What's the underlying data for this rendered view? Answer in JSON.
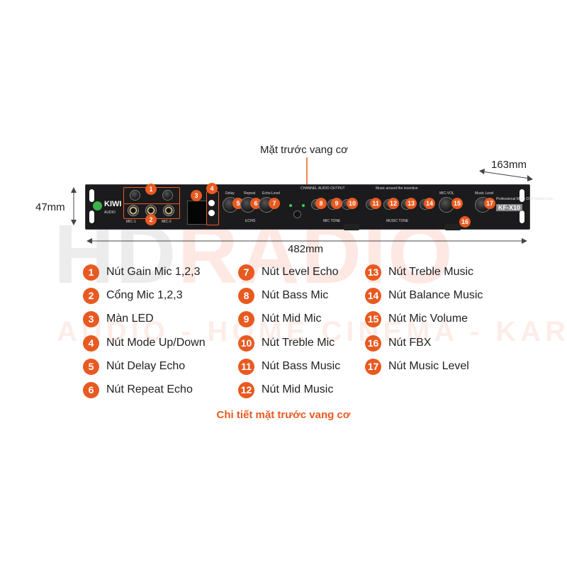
{
  "watermark": {
    "hd": "HD",
    "radio": "RADIO",
    "sub": "AUDIO - HOME CINEMA - KARAOKE"
  },
  "dimensions": {
    "height": "47mm",
    "depth": "163mm",
    "width": "482mm"
  },
  "front_title": "Mặt trước vang cơ",
  "device": {
    "brand": "KIWI",
    "brand_sub": "AUDIO",
    "model": "KF-X10",
    "model_desc": "Professional Mixer DSP Digital Echo",
    "labels": {
      "mic1": "MIC-1",
      "mic2": "MIC-2",
      "delay": "Delay",
      "repeat": "Repeat",
      "echo_level": "Echo-Level",
      "echo": "ECHO",
      "channel_output": "CHANNEL AUDIO OUTPUT",
      "music_around": "Music around the incentive",
      "mic_tone": "MIC TONE",
      "music_tone": "MUSIC TONE",
      "mic_vol": "MIC-VOL",
      "music_level": "Music Level"
    }
  },
  "callouts": [
    "1",
    "2",
    "3",
    "4",
    "5",
    "6",
    "7",
    "8",
    "9",
    "10",
    "11",
    "12",
    "13",
    "14",
    "15",
    "16",
    "17"
  ],
  "legend": [
    {
      "num": "1",
      "label": "Nút Gain Mic 1,2,3"
    },
    {
      "num": "2",
      "label": "Cổng Mic 1,2,3"
    },
    {
      "num": "3",
      "label": "Màn LED"
    },
    {
      "num": "4",
      "label": "Nút Mode Up/Down"
    },
    {
      "num": "5",
      "label": "Nút Delay Echo"
    },
    {
      "num": "6",
      "label": "Nút Repeat Echo"
    },
    {
      "num": "7",
      "label": "Nút Level Echo"
    },
    {
      "num": "8",
      "label": "Nút Bass Mic"
    },
    {
      "num": "9",
      "label": "Nút Mid Mic"
    },
    {
      "num": "10",
      "label": "Nút Treble Mic"
    },
    {
      "num": "11",
      "label": "Nút Bass Music"
    },
    {
      "num": "12",
      "label": "Nút Mid Music"
    },
    {
      "num": "13",
      "label": "Nút Treble Music"
    },
    {
      "num": "14",
      "label": "Nút Balance Music"
    },
    {
      "num": "15",
      "label": "Nút Mic Volume"
    },
    {
      "num": "16",
      "label": "Nút FBX"
    },
    {
      "num": "17",
      "label": "Nút Music Level"
    }
  ],
  "caption": "Chi tiết mặt trước vang cơ",
  "colors": {
    "accent": "#e85a21",
    "device": "#1b1b1d",
    "text": "#222222"
  }
}
